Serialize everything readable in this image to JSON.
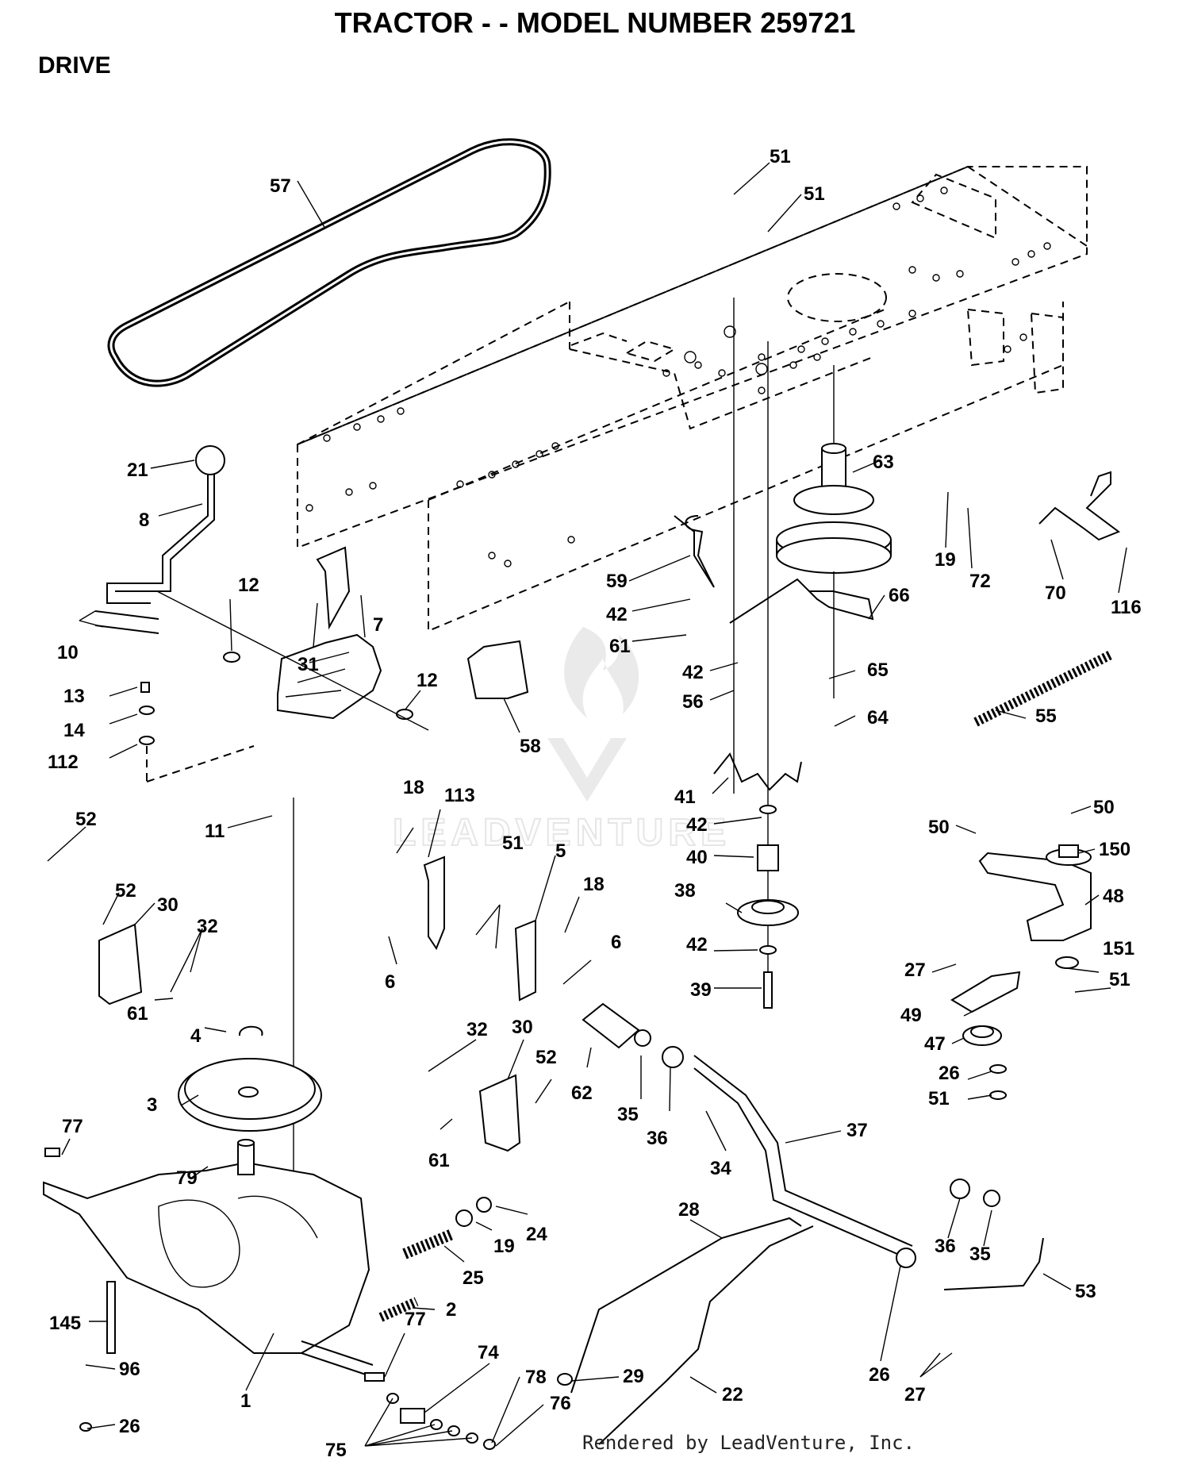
{
  "header": {
    "title": "TRACTOR - - MODEL NUMBER 259721",
    "section": "DRIVE"
  },
  "footer": {
    "credit": "Rendered by LeadVenture, Inc."
  },
  "watermark": {
    "text": "LEADVENTURE"
  },
  "callouts": [
    "57",
    "51",
    "51",
    "21",
    "8",
    "12",
    "10",
    "31",
    "7",
    "12",
    "13",
    "14",
    "112",
    "58",
    "63",
    "19",
    "72",
    "70",
    "116",
    "59",
    "42",
    "61",
    "66",
    "42",
    "56",
    "65",
    "64",
    "55",
    "11",
    "18",
    "113",
    "52",
    "52",
    "30",
    "32",
    "51",
    "5",
    "18",
    "6",
    "6",
    "61",
    "4",
    "3",
    "41",
    "42",
    "40",
    "38",
    "42",
    "39",
    "50",
    "50",
    "150",
    "48",
    "27",
    "151",
    "51",
    "49",
    "47",
    "26",
    "51",
    "32",
    "30",
    "52",
    "61",
    "62",
    "35",
    "36",
    "34",
    "37",
    "77",
    "79",
    "24",
    "19",
    "25",
    "2",
    "28",
    "36",
    "35",
    "53",
    "145",
    "77",
    "74",
    "29",
    "22",
    "26",
    "27",
    "96",
    "26",
    "1",
    "78",
    "76",
    "75"
  ]
}
